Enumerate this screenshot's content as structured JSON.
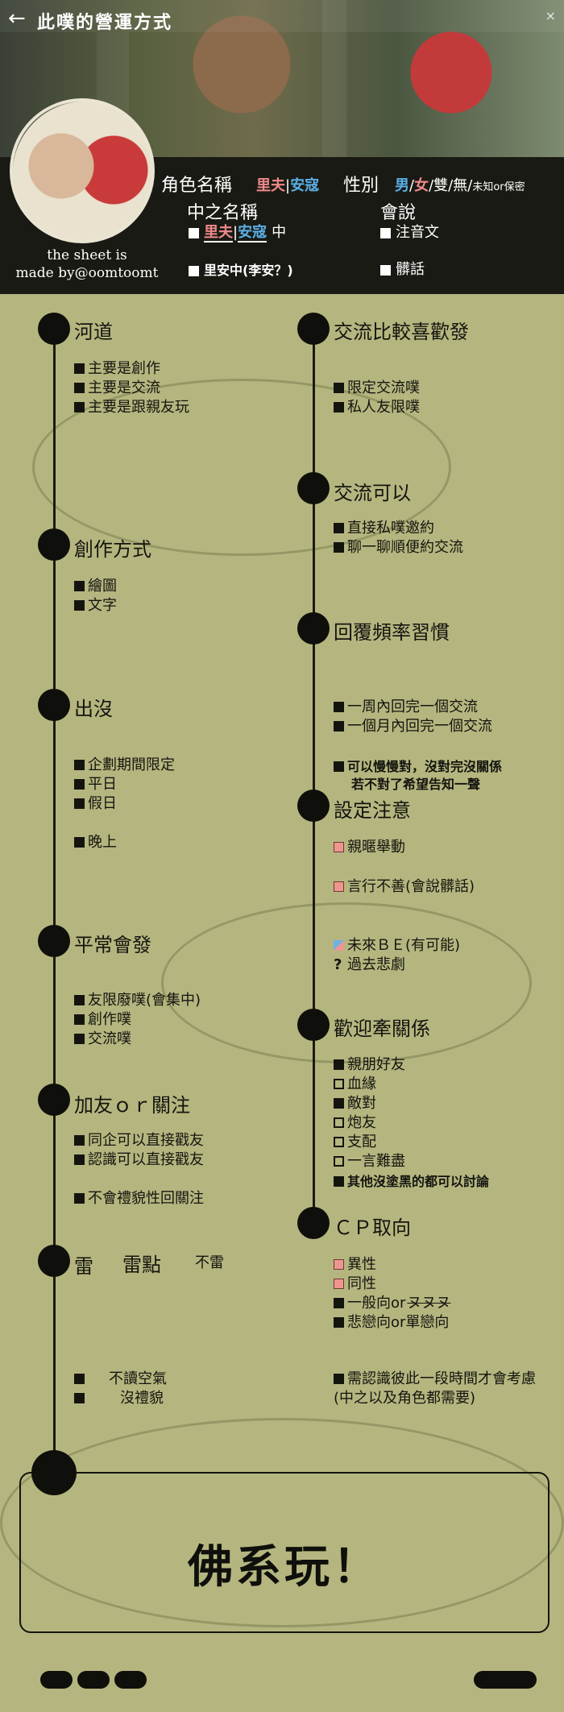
{
  "header": {
    "back_glyph": "←",
    "title": "此噗的營運方式",
    "close_glyph": "×",
    "made_by_line1": "the sheet is",
    "made_by_line2": "made by@oomtoomt"
  },
  "profile": {
    "char_label": "角色名稱",
    "char_a": "里夫",
    "char_b": "安寇",
    "divider": "|",
    "gender_label": "性別",
    "gender_options": [
      "男",
      "女",
      "雙",
      "無"
    ],
    "gender_unknown": "未知or保密",
    "slash": "/",
    "inner_label": "中之名稱",
    "inner_a": "里夫",
    "inner_b": "安寇",
    "inner_suffix": "中",
    "inner_alt": "里安中(李安？)",
    "speak_label": "會說",
    "speak_opt1": "注音文",
    "speak_opt2": "髒話"
  },
  "left": {
    "s1": {
      "title": "河道",
      "items": [
        "主要是創作",
        "主要是交流",
        "主要是跟親友玩"
      ]
    },
    "s2": {
      "title": "創作方式",
      "items": [
        "繪圖",
        "文字"
      ]
    },
    "s3": {
      "title": "出沒",
      "items": [
        "企劃期間限定",
        "平日",
        "假日",
        "晚上"
      ]
    },
    "s4": {
      "title": "平常會發",
      "items": [
        "友限廢噗(會集中)",
        "創作噗",
        "交流噗"
      ]
    },
    "s5": {
      "title": "加友ｏｒ關注",
      "items": [
        "同企可以直接戳友",
        "認識可以直接戳友",
        "不會禮貌性回關注"
      ]
    },
    "s6": {
      "title": "雷",
      "col2": "雷點",
      "col3": "不雷",
      "items": [
        "不讀空氣",
        "沒禮貌"
      ]
    }
  },
  "right": {
    "r1": {
      "title": "交流比較喜歡發",
      "items": [
        "限定交流噗",
        "私人友限噗"
      ]
    },
    "r2": {
      "title": "交流可以",
      "items": [
        "直接私噗邀約",
        "聊一聊順便約交流"
      ]
    },
    "r3": {
      "title": "回覆頻率習慣",
      "items": [
        "一周內回完一個交流",
        "一個月內回完一個交流"
      ],
      "note1": "可以慢慢對，沒對完沒關係",
      "note2": "若不對了希望告知一聲"
    },
    "r4": {
      "title": "設定注意",
      "items": [
        "親暱舉動",
        "言行不善(會說髒話)",
        "未來ＢＥ(有可能)",
        "過去悲劇"
      ],
      "q": "?"
    },
    "r5": {
      "title": "歡迎牽關係",
      "items": [
        "親朋好友",
        "血緣",
        "敵對",
        "炮友",
        "支配",
        "一言難盡",
        "其他沒塗黑的都可以討論"
      ]
    },
    "r6": {
      "title": "ＣＰ取向",
      "items": [
        "異性",
        "同性",
        "一般向or",
        "悲戀向or單戀向"
      ],
      "crossed": "ヌヌヌ",
      "note1": "需認識彼此一段時間才會考慮",
      "note2": "(中之以及角色都需要)"
    }
  },
  "final": {
    "text": "佛系玩！"
  }
}
